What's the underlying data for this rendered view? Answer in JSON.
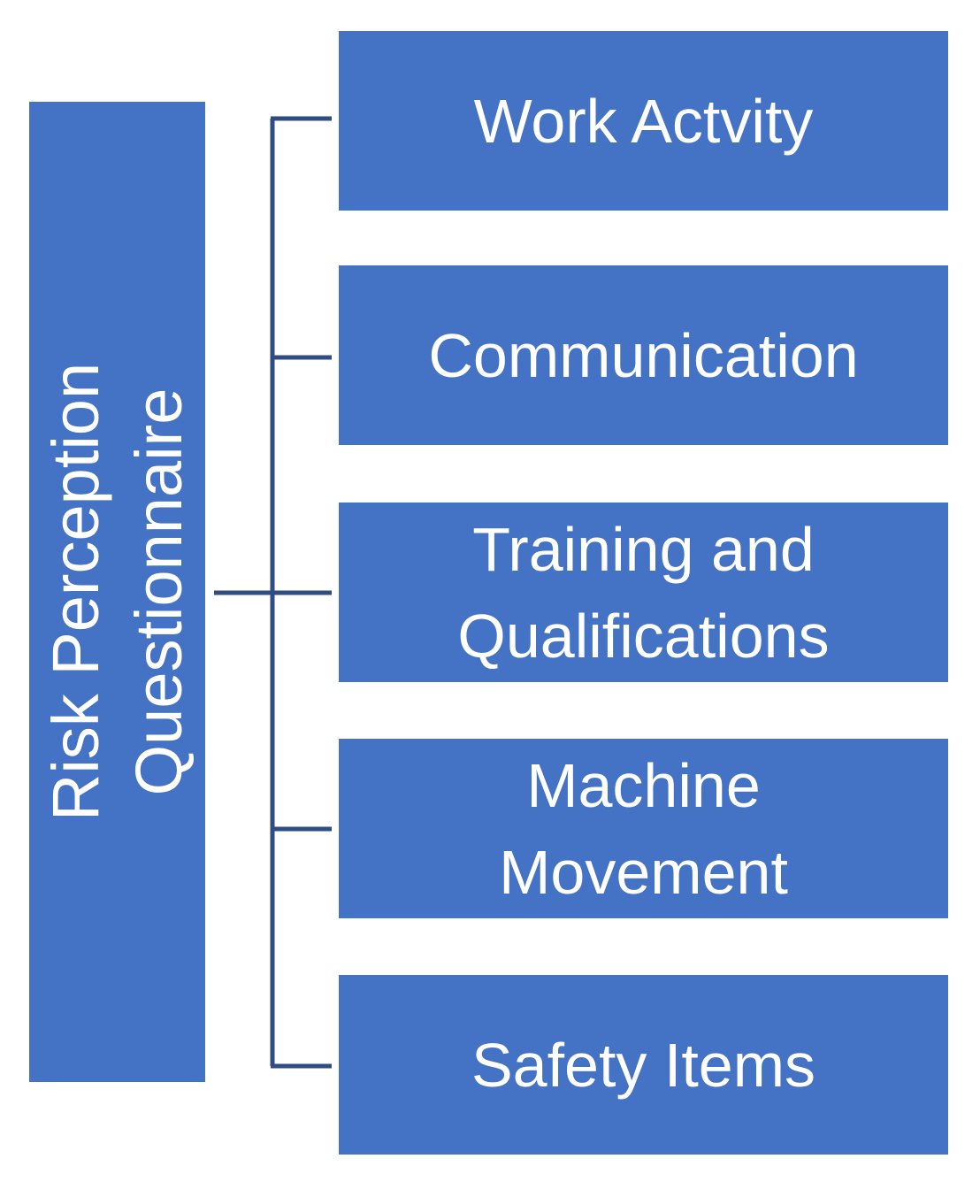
{
  "root": {
    "label": "Risk Perception\nQuestionnaire"
  },
  "children": [
    {
      "label": "Work Actvity"
    },
    {
      "label": "Communication"
    },
    {
      "label": "Training and\nQualifications"
    },
    {
      "label": "Machine\nMovement"
    },
    {
      "label": "Safety Items"
    }
  ],
  "colors": {
    "box_fill": "#4472C4",
    "connector": "#2F4D82",
    "text": "#FFFFFF"
  }
}
